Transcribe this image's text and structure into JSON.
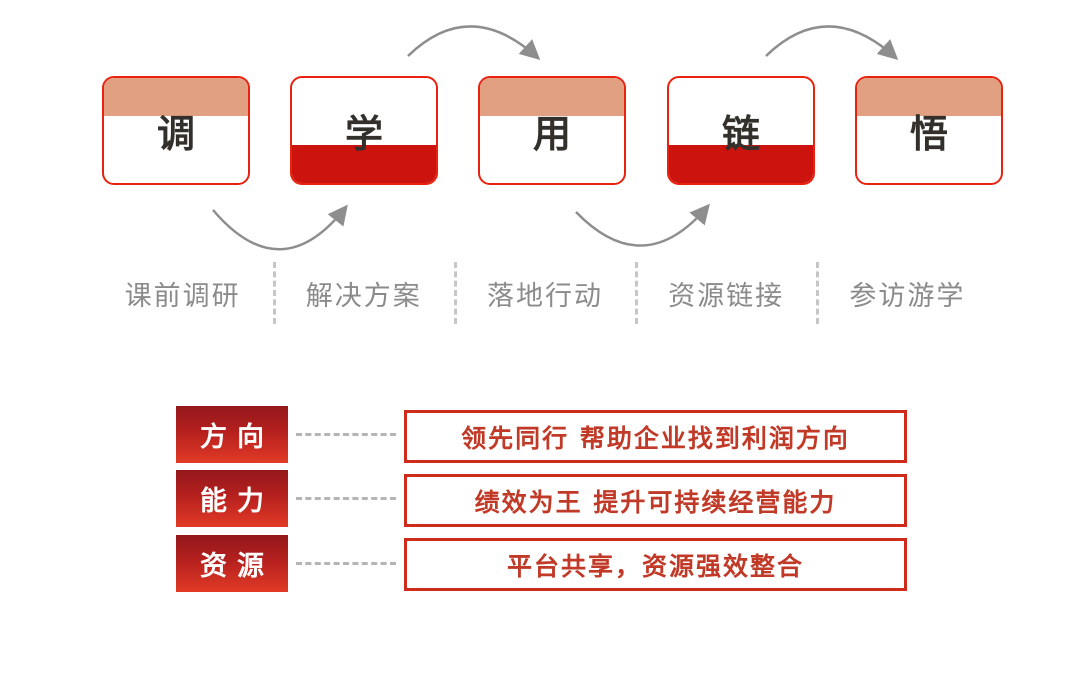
{
  "flow": {
    "steps": [
      {
        "char": "调",
        "label": "课前调研",
        "bar": "top"
      },
      {
        "char": "学",
        "label": "解决方案",
        "bar": "bottom"
      },
      {
        "char": "用",
        "label": "落地行动",
        "bar": "top"
      },
      {
        "char": "链",
        "label": "资源链接",
        "bar": "bottom"
      },
      {
        "char": "悟",
        "label": "参访游学",
        "bar": "top"
      }
    ]
  },
  "pillars": {
    "rows": [
      {
        "key": "方向",
        "desc": "领先同行 帮助企业找到利润方向"
      },
      {
        "key": "能力",
        "desc": "绩效为王 提升可持续经营能力"
      },
      {
        "key": "资源",
        "desc": "平台共享，资源强效整合"
      }
    ]
  },
  "colors": {
    "card_border_red": "#e8220e",
    "bar_red": "#cd130e",
    "bar_salmon": "#e2a083",
    "char_dark": "#33302c",
    "arrow_gray": "#8e8e8e",
    "label_gray": "#8b8b8b",
    "key_gradient_top": "#93171b",
    "key_gradient_bottom": "#e23a26",
    "desc_border_red": "#cf2b1a",
    "desc_text_red": "#c13a28"
  }
}
